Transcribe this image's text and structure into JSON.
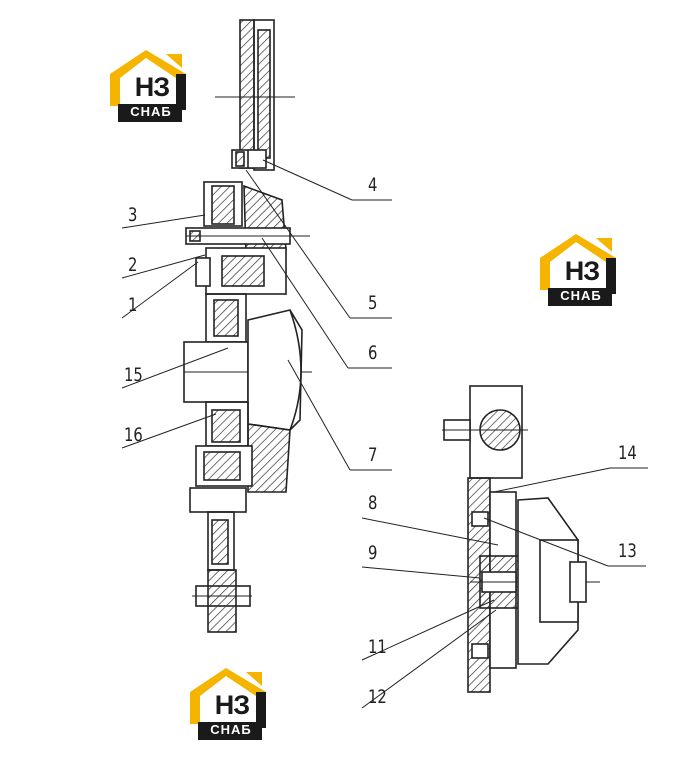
{
  "labels": {
    "l1": "1",
    "l2": "2",
    "l3": "3",
    "l4": "4",
    "l5": "5",
    "l6": "6",
    "l7": "7",
    "l8": "8",
    "l9": "9",
    "l11": "11",
    "l12": "12",
    "l13": "13",
    "l14": "14",
    "l15": "15",
    "l16": "16"
  },
  "watermark": {
    "mark": "НЗ",
    "text": "СНАБ"
  },
  "colors": {
    "line": "#222222",
    "accent": "#f5b400",
    "dark": "#1a1a1a"
  }
}
